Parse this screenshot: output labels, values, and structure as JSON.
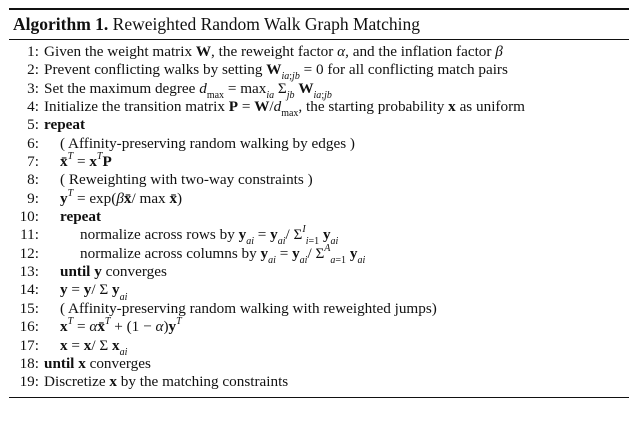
{
  "caption": {
    "label": "Algorithm 1.",
    "title": "Reweighted Random Walk Graph Matching"
  },
  "lines": [
    {
      "num": "1:",
      "text": "Given the weight matrix W, the reweight factor α, and the inflation factor β"
    },
    {
      "num": "2:",
      "text": "Prevent conflicting walks by setting W_ia;jb = 0 for all conflicting match pairs"
    },
    {
      "num": "3:",
      "text": "Set the maximum degree d_max = max_ia Σ_jb W_ia;jb"
    },
    {
      "num": "4:",
      "text": "Initialize the transition matrix P = W/d_max, the starting probability x as uniform"
    },
    {
      "num": "5:",
      "text": "repeat"
    },
    {
      "num": "6:",
      "text": "( Affinity-preserving random walking by edges )"
    },
    {
      "num": "7:",
      "text": "x̄^T = x^T P"
    },
    {
      "num": "8:",
      "text": "( Reweighting with two-way constraints )"
    },
    {
      "num": "9:",
      "text": "y^T = exp(βx̄/ max x̄)"
    },
    {
      "num": "10:",
      "text": "repeat"
    },
    {
      "num": "11:",
      "text": "normalize across rows by y_ai = y_ai/ Σ_{i=1}^{I} y_ai"
    },
    {
      "num": "12:",
      "text": "normalize across columns by y_ai = y_ai/ Σ_{a=1}^{A} y_ai"
    },
    {
      "num": "13:",
      "text": "until y converges"
    },
    {
      "num": "14:",
      "text": "y = y/ Σ y_ai"
    },
    {
      "num": "15:",
      "text": "( Affinity-preserving random walking with reweighted jumps)"
    },
    {
      "num": "16:",
      "text": "x^T = αx̄^T + (1 − α)y^T"
    },
    {
      "num": "17:",
      "text": "x = x/ Σ x_ai"
    },
    {
      "num": "18:",
      "text": "until x converges"
    },
    {
      "num": "19:",
      "text": "Discretize x by the matching constraints"
    }
  ]
}
